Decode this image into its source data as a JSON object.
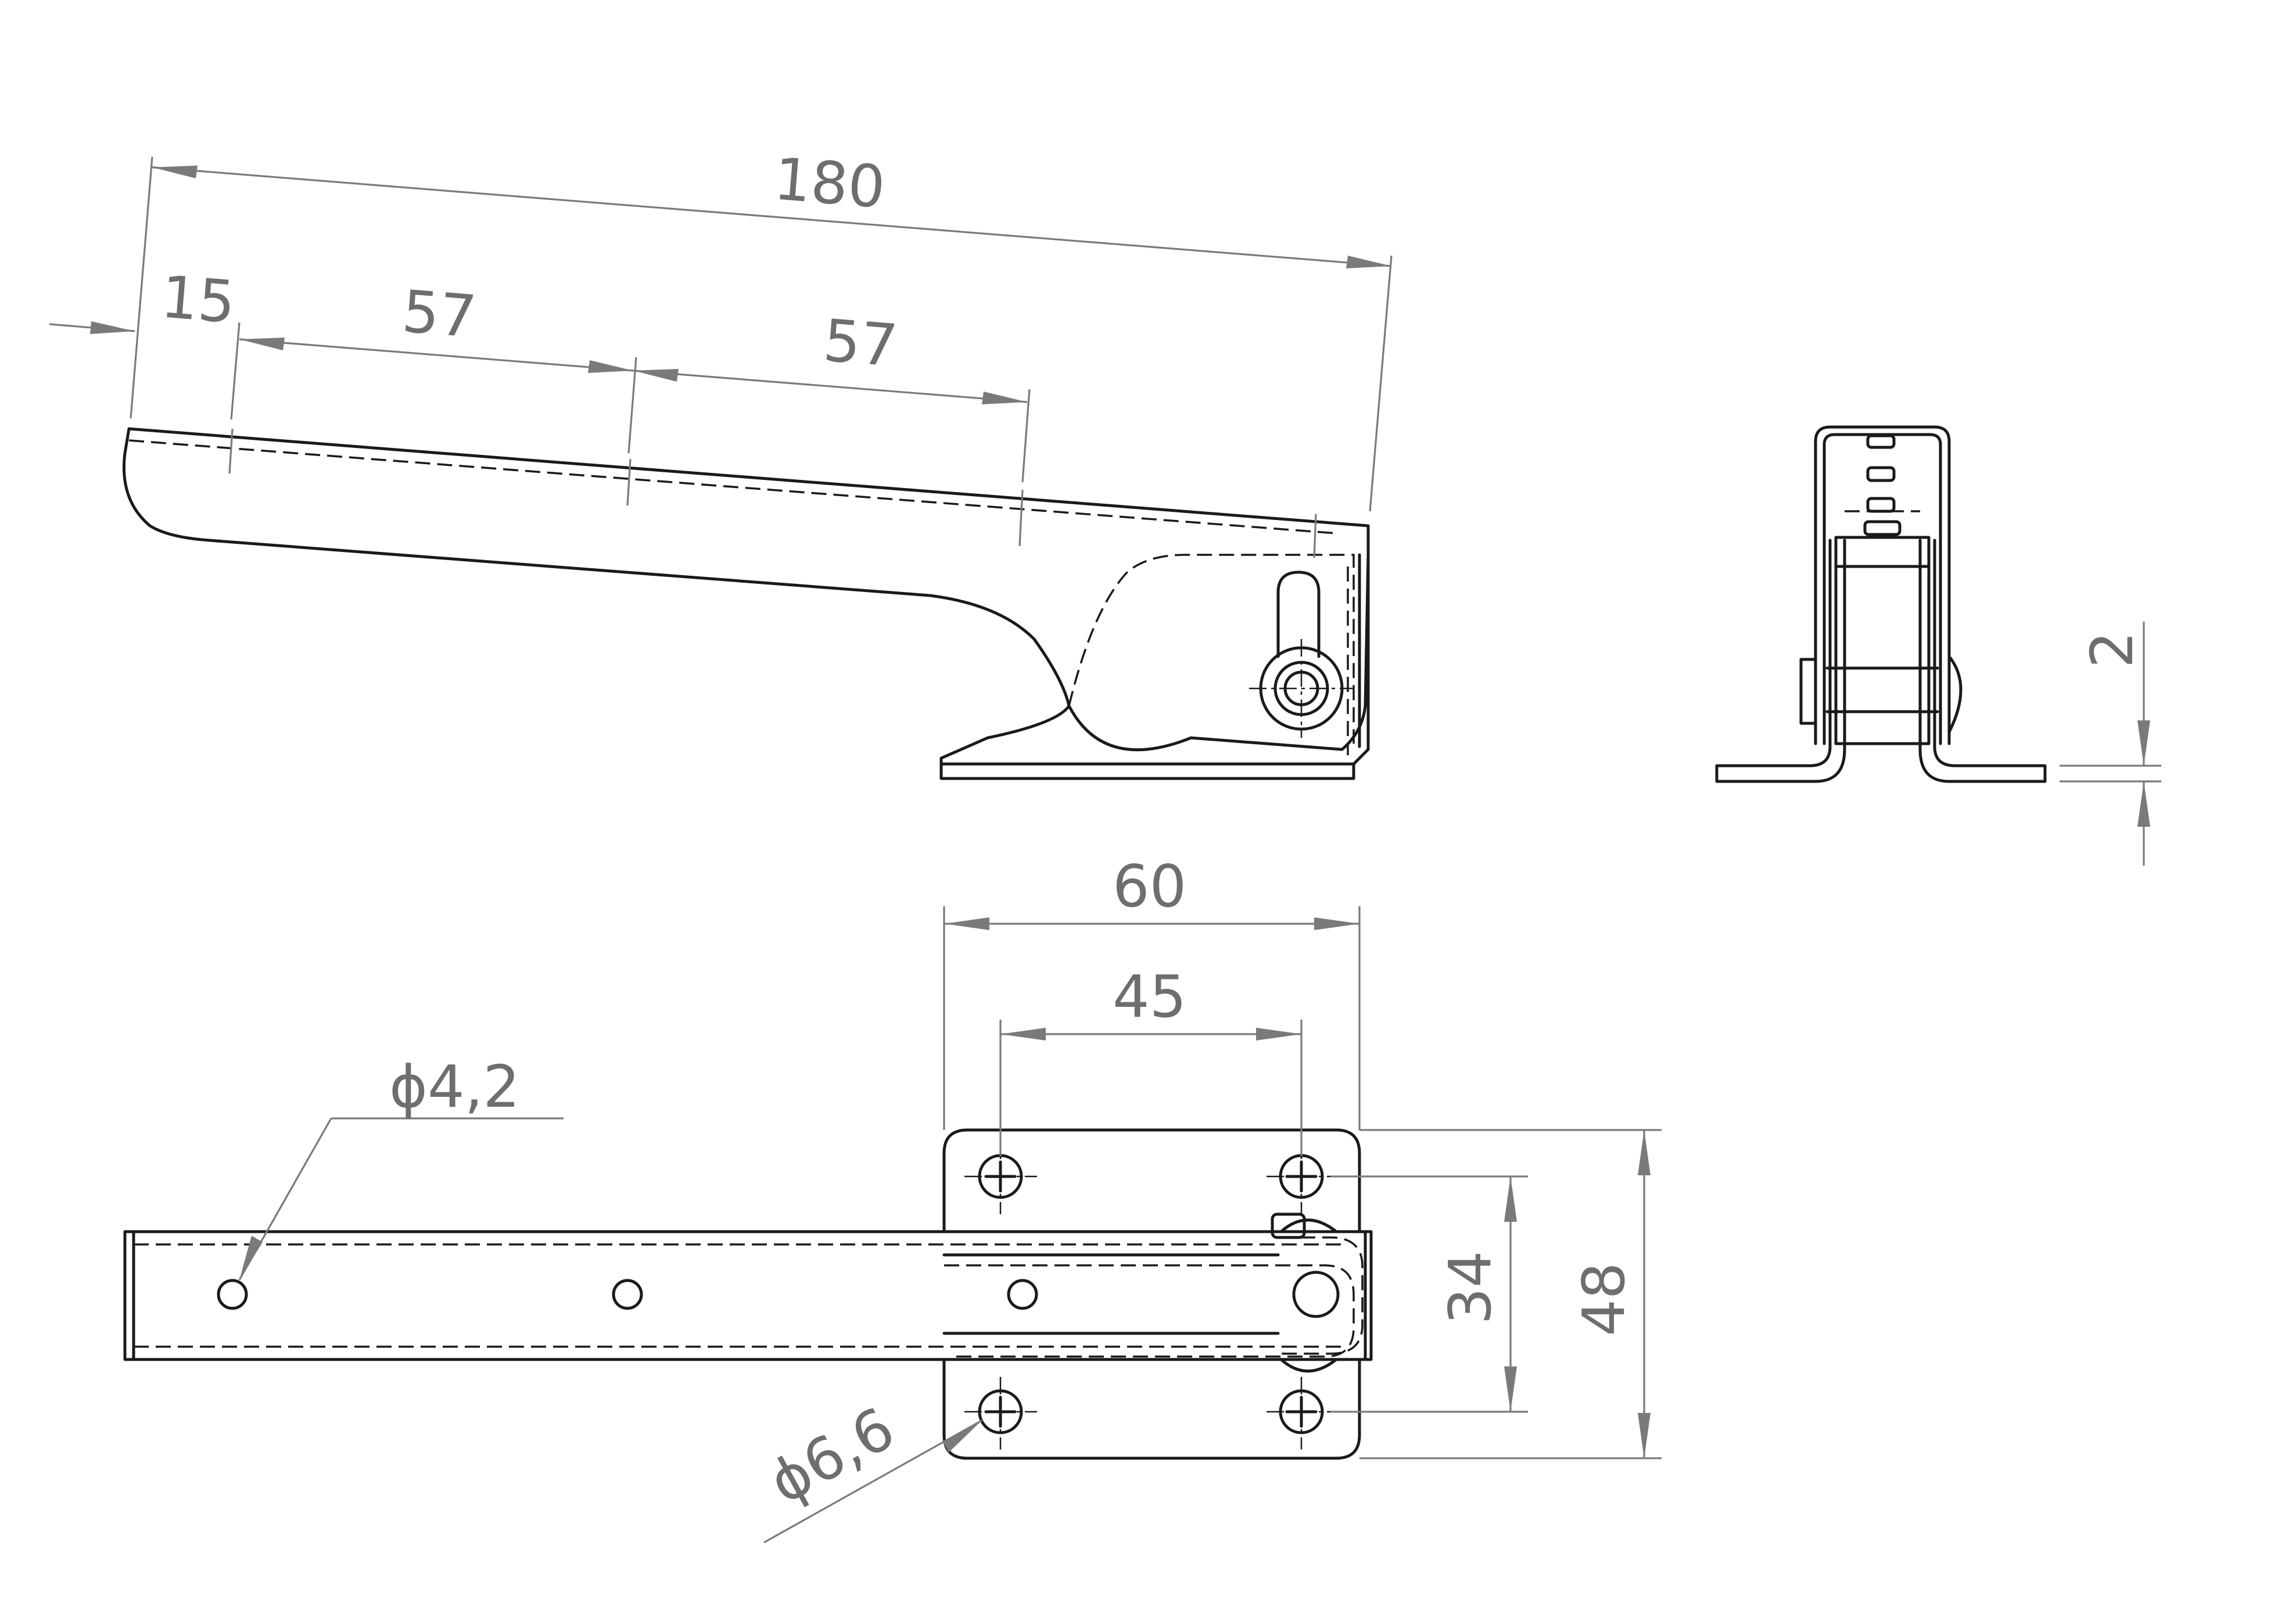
{
  "dimensions": {
    "overall_length": "180",
    "offset_first_hole": "15",
    "hole_pitch_1": "57",
    "hole_pitch_2": "57",
    "plate_thickness": "2",
    "base_length": "60",
    "hole_spacing_x": "45",
    "hole_spacing_y": "34",
    "base_width": "48",
    "small_hole_dia": "ϕ4,2",
    "mount_hole_dia": "ϕ6,6"
  }
}
